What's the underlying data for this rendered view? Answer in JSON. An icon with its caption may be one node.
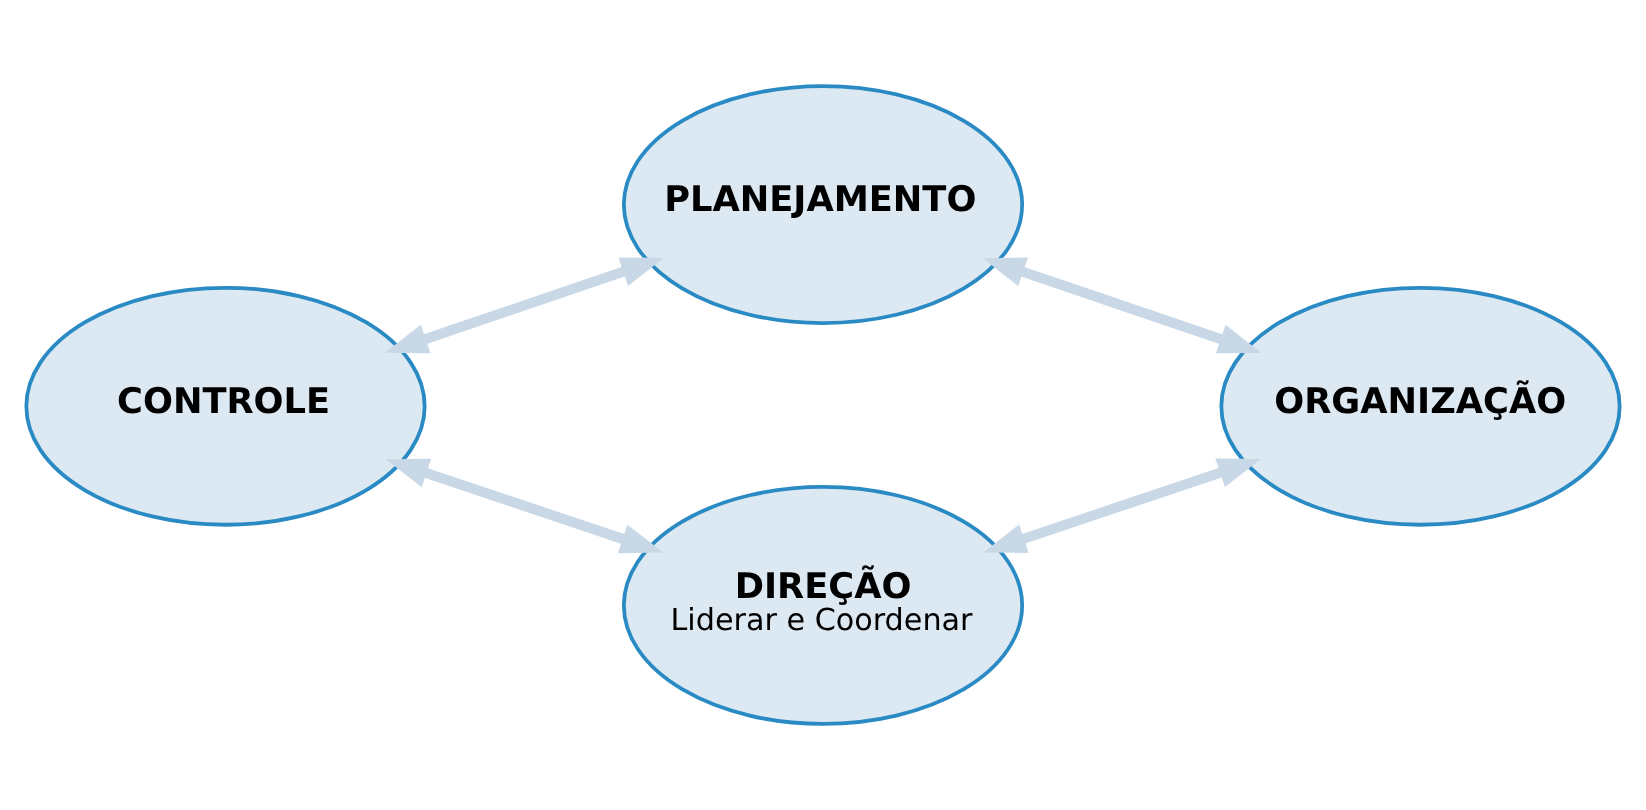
{
  "diagram": {
    "nodes": [
      {
        "text": [
          "PLANEJAMENTO"
        ]
      },
      {
        "text": [
          "CONTROLE"
        ]
      },
      {
        "text": [
          "ORGANIZAÇÃO"
        ]
      },
      {
        "text": [
          "DIREÇÃO",
          "Liderar e Coordenar"
        ]
      }
    ],
    "edges": [
      {
        "from": 1,
        "to": 0,
        "arrow": "both"
      },
      {
        "from": 0,
        "to": 2,
        "arrow": "both"
      },
      {
        "from": 3,
        "to": 2,
        "arrow": "both"
      },
      {
        "from": 1,
        "to": 3,
        "arrow": "both"
      }
    ]
  }
}
